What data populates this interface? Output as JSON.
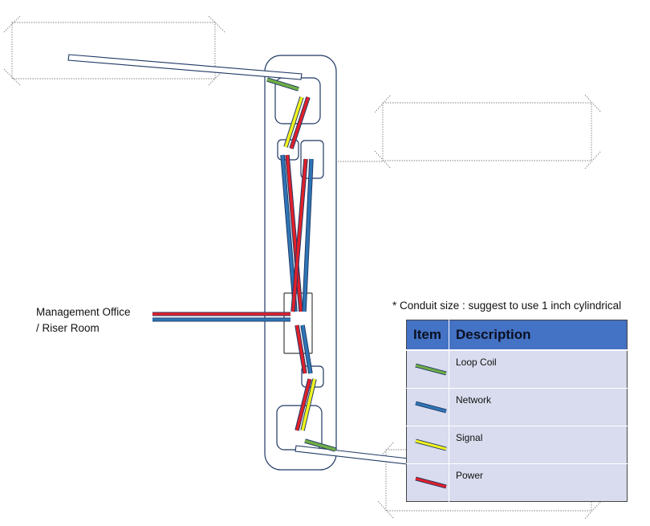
{
  "labels": {
    "management_office_line1": "Management Office",
    "management_office_line2": "/ Riser Room",
    "note": "* Conduit size : suggest to use 1 inch cylindrical"
  },
  "legend": {
    "header_item": "Item",
    "header_description": "Description",
    "rows": [
      {
        "label": "Loop Coil",
        "color": "#70ad47"
      },
      {
        "label": "Network",
        "color": "#2e75b6"
      },
      {
        "label": "Signal",
        "color": "#f2f21e"
      },
      {
        "label": "Power",
        "color": "#e0202a"
      }
    ]
  },
  "colors": {
    "outline": "#1f3864",
    "loop_coil": "#70ad47",
    "network": "#2e75b6",
    "signal": "#f2f21e",
    "power": "#e0202a"
  }
}
